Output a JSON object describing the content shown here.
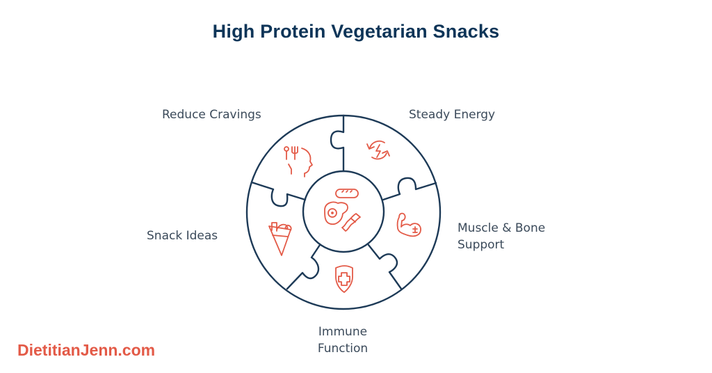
{
  "title": "High Protein Vegetarian Snacks",
  "center": {
    "icon": "protein-foods-icon",
    "description": "bread, egg, and bacon"
  },
  "segments": [
    {
      "label": "Reduce Cravings",
      "icon": "cravings-head-utensils-icon"
    },
    {
      "label": "Steady Energy",
      "icon": "energy-cycle-icon"
    },
    {
      "label": "Muscle & Bone Support",
      "label_lines": [
        "Muscle & Bone",
        "Support"
      ],
      "icon": "flexed-arm-icon"
    },
    {
      "label": "Immune Function",
      "label_lines": [
        "Immune",
        "Function"
      ],
      "icon": "shield-cross-icon"
    },
    {
      "label": "Snack Ideas",
      "icon": "snack-wrap-icon"
    }
  ],
  "brand": "DietitianJenn.com",
  "colors": {
    "title": "#0e3558",
    "outline": "#1d3a57",
    "icon": "#e35a47",
    "label": "#3b4a5a",
    "brand": "#e35a47"
  }
}
